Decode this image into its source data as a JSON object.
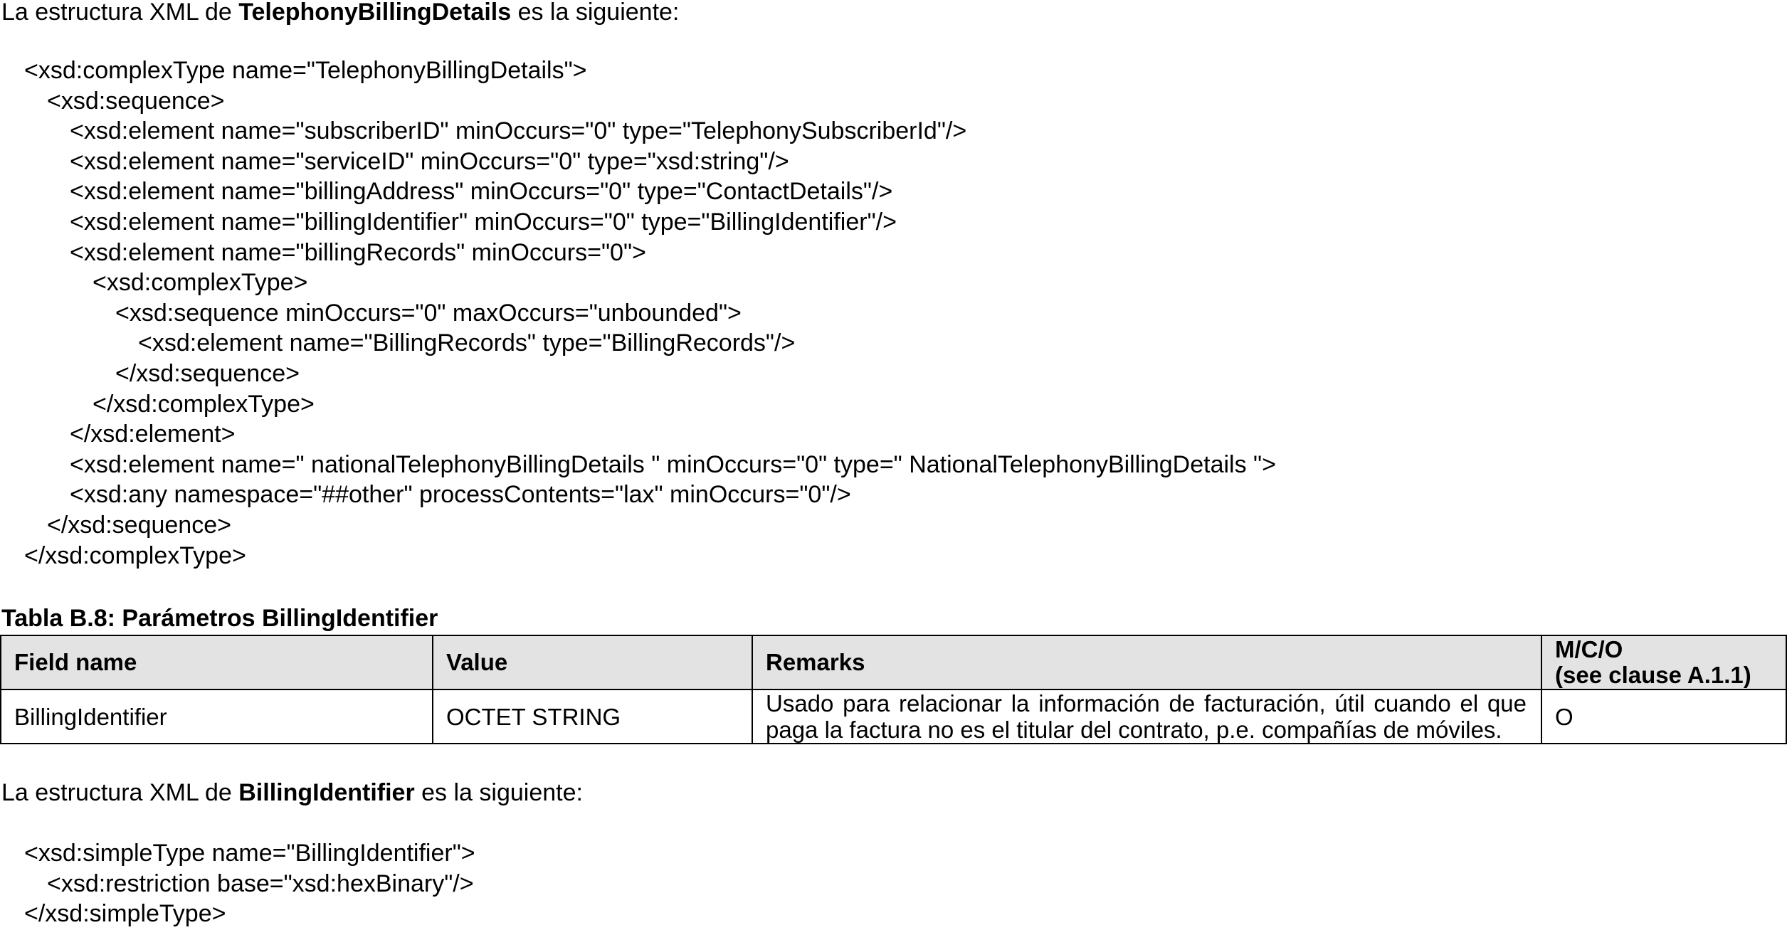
{
  "intro1": {
    "prefix": "La estructura XML de ",
    "name": "TelephonyBillingDetails",
    "suffix": " es la siguiente:"
  },
  "code1": [
    {
      "indent": 1,
      "text": "<xsd:complexType name=\"TelephonyBillingDetails\">"
    },
    {
      "indent": 2,
      "text": "<xsd:sequence>"
    },
    {
      "indent": 3,
      "text": "<xsd:element name=\"subscriberID\" minOccurs=\"0\" type=\"TelephonySubscriberId\"/>"
    },
    {
      "indent": 3,
      "text": "<xsd:element name=\"serviceID\" minOccurs=\"0\" type=\"xsd:string\"/>"
    },
    {
      "indent": 3,
      "text": "<xsd:element name=\"billingAddress\" minOccurs=\"0\" type=\"ContactDetails\"/>"
    },
    {
      "indent": 3,
      "text": "<xsd:element name=\"billingIdentifier\" minOccurs=\"0\" type=\"BillingIdentifier\"/>"
    },
    {
      "indent": 3,
      "text": "<xsd:element name=\"billingRecords\" minOccurs=\"0\">"
    },
    {
      "indent": 4,
      "text": "<xsd:complexType>"
    },
    {
      "indent": 5,
      "text": "<xsd:sequence minOccurs=\"0\" maxOccurs=\"unbounded\">"
    },
    {
      "indent": 6,
      "text": "<xsd:element name=\"BillingRecords\" type=\"BillingRecords\"/>"
    },
    {
      "indent": 5,
      "text": "</xsd:sequence>"
    },
    {
      "indent": 4,
      "text": "</xsd:complexType>"
    },
    {
      "indent": 3,
      "text": "</xsd:element>"
    },
    {
      "indent": 3,
      "text": "<xsd:element name=\" nationalTelephonyBillingDetails \" minOccurs=\"0\" type=\" NationalTelephonyBillingDetails \">"
    },
    {
      "indent": 3,
      "text": "<xsd:any namespace=\"##other\" processContents=\"lax\" minOccurs=\"0\"/>"
    },
    {
      "indent": 2,
      "text": "</xsd:sequence>"
    },
    {
      "indent": 1,
      "text": "</xsd:complexType>"
    }
  ],
  "table": {
    "caption": "Tabla B.8: Parámetros BillingIdentifier",
    "headers": [
      "Field name",
      "Value",
      "Remarks",
      "M/C/O",
      "(see clause A.1.1)"
    ],
    "row": {
      "field": "BillingIdentifier",
      "value": "OCTET STRING",
      "remarks": "Usado para relacionar la información de facturación, útil cuando el que paga la factura no es el titular del contrato, p.e. compañías de móviles.",
      "mco": "O"
    }
  },
  "intro2": {
    "prefix": "La estructura XML de ",
    "name": "BillingIdentifier",
    "suffix": " es la siguiente:"
  },
  "code2": [
    {
      "indent": 1,
      "text": "<xsd:simpleType name=\"BillingIdentifier\">"
    },
    {
      "indent": 2,
      "text": "<xsd:restriction base=\"xsd:hexBinary\"/>"
    },
    {
      "indent": 1,
      "text": "</xsd:simpleType>"
    }
  ]
}
